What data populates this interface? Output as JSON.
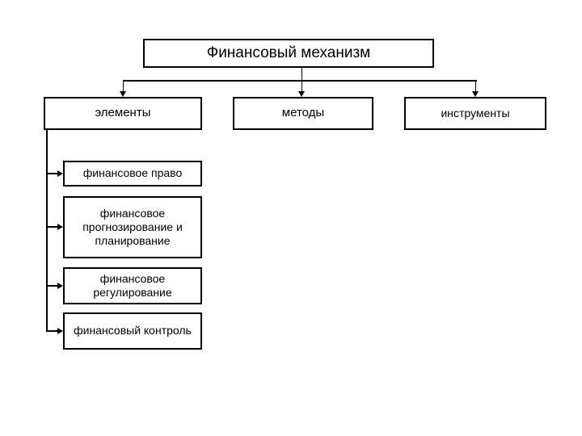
{
  "diagram": {
    "title": "Финансовый механизм",
    "categories": [
      {
        "label": "элементы"
      },
      {
        "label": "методы"
      },
      {
        "label": "инструменты"
      }
    ],
    "elements_children": [
      {
        "label": "финансовое право"
      },
      {
        "label": "финансовое прогнозирование и планирование"
      },
      {
        "label": "финансовое регулирование"
      },
      {
        "label": "финансовый контроль"
      }
    ],
    "colors": {
      "background": "#ffffff",
      "stroke": "#000000",
      "text": "#000000",
      "node_fill": "#ffffff"
    }
  }
}
